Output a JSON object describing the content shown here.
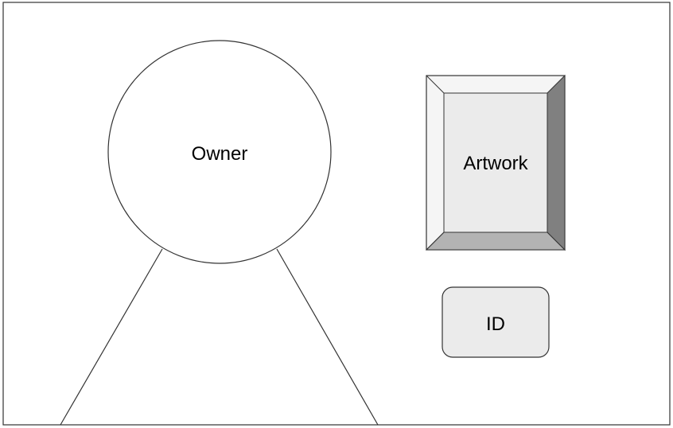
{
  "diagram": {
    "nodes": {
      "owner": {
        "label": "Owner",
        "shape": "person (circle head + trapezoid body)"
      },
      "artwork": {
        "label": "Artwork",
        "shape": "beveled framed rectangle"
      },
      "id": {
        "label": "ID",
        "shape": "rounded rectangle"
      }
    },
    "colors": {
      "stroke": "#333333",
      "background": "#ffffff",
      "frame_top_left": "#f5f5f5",
      "frame_bottom": "#b3b3b3",
      "frame_right": "#808080",
      "artwork_fill": "#ebebeb",
      "id_fill": "#ebebeb"
    }
  }
}
